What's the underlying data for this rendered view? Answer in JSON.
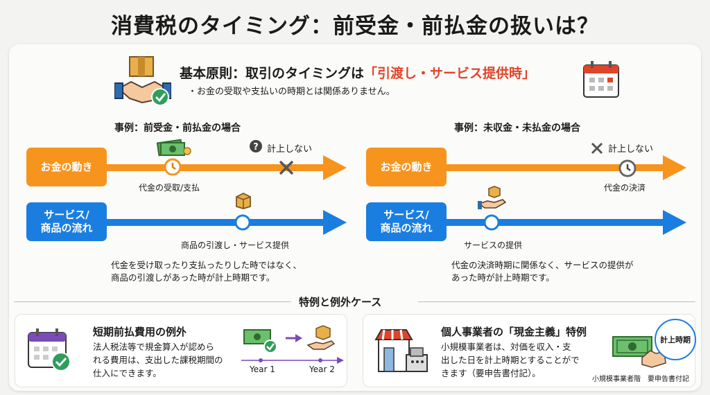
{
  "title": "消費税のタイミング：前受金・前払金の扱いは？",
  "principle": {
    "label": "基本原則：取引のタイミングは",
    "highlight": "「引渡し・サービス提供時」",
    "note": "・お金の受取や支払いの時期とは関係ありません。"
  },
  "case_left": {
    "heading": "事例：前受金・前払金の場合",
    "money_label": "お金の動き",
    "service_label_1": "サービス/",
    "service_label_2": "商品の流れ",
    "money_event": "代金の受取/支払",
    "not_recorded": "計上しない",
    "service_event": "商品の引渡し・サービス提供",
    "desc_1": "代金を受け取ったり支払ったりした時ではなく、",
    "desc_2": "商品の引渡しがあった時が計上時期です。"
  },
  "case_right": {
    "heading": "事例：未収金・未払金の場合",
    "money_label": "お金の動き",
    "service_label_1": "サービス/",
    "service_label_2": "商品の流れ",
    "not_recorded": "計上しない",
    "money_event": "代金の決済",
    "service_event": "サービスの提供",
    "desc_1": "代金の決済時期に関係なく、サービスの提供が",
    "desc_2": "あった時が計上時期です。"
  },
  "exceptions_heading": "特例と例外ケース",
  "exception_left": {
    "title": "短期前払費用の例外",
    "text_1": "法人税法等で規金算入が認めら",
    "text_2": "れる費用は、支出した課税期間の",
    "text_3": "仕入にできます。",
    "year1": "Year 1",
    "year2": "Year 2"
  },
  "exception_right": {
    "title": "個人事業者の「現金主義」特例",
    "text_1": "小規模事業者は、対価を収入・支",
    "text_2": "出した日を計上時期とすることがで",
    "text_3": "きます（要申告書付記）。",
    "bubble": "計上時期",
    "caption": "小規模事業者階　要申告書付記"
  },
  "colors": {
    "orange": "#f7941d",
    "blue": "#1a7ee0",
    "highlight": "#e0442a",
    "green": "#2e9e5b"
  }
}
